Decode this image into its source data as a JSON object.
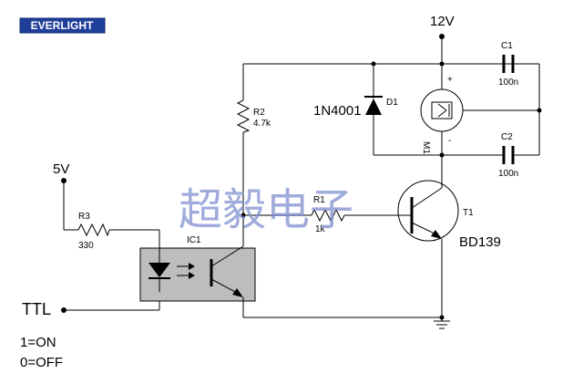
{
  "logo": {
    "text": "EVERLIGHT"
  },
  "supply": {
    "label": "12V"
  },
  "input_supply": {
    "label": "5V"
  },
  "input": {
    "label": "TTL"
  },
  "notes": {
    "on": "1=ON",
    "off": "0=OFF"
  },
  "watermark": {
    "text": "超毅电子"
  },
  "components": {
    "r1": {
      "ref": "R1",
      "value": "1k"
    },
    "r2": {
      "ref": "R2",
      "value": "4.7k"
    },
    "r3": {
      "ref": "R3",
      "value": "330"
    },
    "d1": {
      "ref": "D1",
      "part": "1N4001"
    },
    "c1": {
      "ref": "C1",
      "value": "100n"
    },
    "c2": {
      "ref": "C2",
      "value": "100n"
    },
    "ic1": {
      "ref": "IC1"
    },
    "t1": {
      "ref": "T1",
      "part": "BD139"
    },
    "m1": {
      "ref": "M1",
      "plus": "+",
      "minus": "-"
    }
  },
  "colors": {
    "logo_bg": "#1f3f9a",
    "optocoupler_fill": "#bdbdbd",
    "watermark": "#7f8fd0"
  }
}
